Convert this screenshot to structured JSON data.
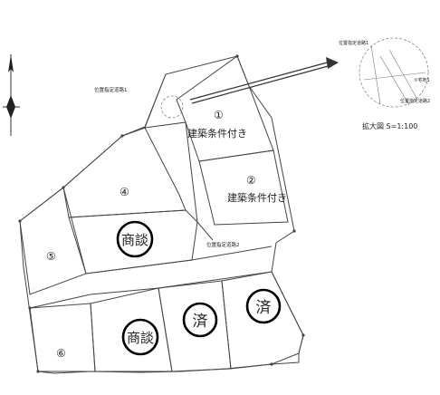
{
  "plan": {
    "lot_labels": {
      "lot1": "①",
      "lot2": "②",
      "lot4": "④",
      "lot5": "⑤",
      "lot6": "⑥"
    },
    "lot1_condition": "建築条件付き",
    "lot2_condition": "建築条件付き",
    "road_label_1": "位置指定道路1",
    "road_label_2": "位置指定道路2",
    "stamps": {
      "lot3": "商談",
      "lot7": "商談",
      "lot8": "済",
      "lot9": "済"
    }
  },
  "enlarged": {
    "caption": "拡大図 S=1:100",
    "road_label_1": "位置指定道路1",
    "road_label_2": "位置指定道路2",
    "lot_label": "①宅地1"
  },
  "north_arrow_icon": "north-arrow-icon",
  "colors": {
    "line": "#444444",
    "stamp": "#000000",
    "arrow": "#333333"
  }
}
